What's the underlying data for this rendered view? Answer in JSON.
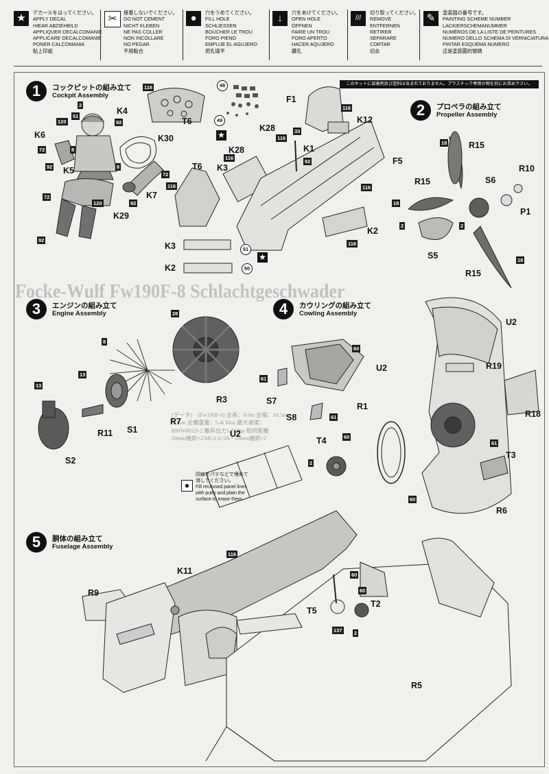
{
  "legend": [
    {
      "icon": "★",
      "text": "デカールをはってください。\nAPPLY DECAL\nHIEAR ABZIEHBILD\nAPPLIQUER DECALCOMANIE\nAPPLICARE DECALCOMANIE\nPONER CALCOMANIA\n貼上印紙"
    },
    {
      "icon": "✂",
      "text": "接着しないでください。\nDO NOT CEMENT\nNICHT KLEBEN\nNE PAS COLLER\nNON INCOLLARE\nNO PEGAR\n不用黏合"
    },
    {
      "icon": "●",
      "text": "穴をうめてください。\nFILL HOLE\nSCHLIESSEN\nBOUCHER LE TROU\nFORO PIENO\nEMPUJE EL AGUJERO\n把孔填平"
    },
    {
      "icon": "↓",
      "text": "穴をあけてください。\nOPEN HOLE\nÖFFNEN\nFAIRE UN TROU\nFORO APERTO\nHACER AQUJERO\n鑽孔"
    },
    {
      "icon": "///",
      "text": "切り取ってください。\nREMOVE\nENTFERNEN\nRETIRER\nSEPARARE\nCORTAR\n切去"
    },
    {
      "icon": "✎",
      "text": "塗装図の番号です。\nPAINTING SCHEME NUMBER\nLACKIERSCHEMANUMMER\nNUMÉROS DE LA LISTE DE PEINTURES\nNUMERO DELLO SCHEMA DI VERNICIATURA\nPINTAR ESQUEMA NUMERO\n這是塗裝圖的號碼"
    }
  ],
  "notice": "このキットに接着剤及び塗料は含まれておりません。プラスチック専用の物を別にお求め下さい。",
  "steps": [
    {
      "num": "1",
      "jp": "コックピットの組み立て",
      "en": "Cockpit Assembly"
    },
    {
      "num": "2",
      "jp": "プロペラの組み立て",
      "en": "Propeller Assembly"
    },
    {
      "num": "3",
      "jp": "エンジンの組み立て",
      "en": "Engine Assembly"
    },
    {
      "num": "4",
      "jp": "カウリングの組み立て",
      "en": "Cowling Assembly"
    },
    {
      "num": "5",
      "jp": "胴体の組み立て",
      "en": "Fuselage Assembly"
    }
  ],
  "parts": {
    "K4": "K4",
    "K6": "K6",
    "K30": "K30",
    "K5": "K5",
    "K7": "K7",
    "K29": "K29",
    "T6a": "T6",
    "T6b": "T6",
    "K3a": "K3",
    "K3b": "K3",
    "K2a": "K2",
    "K2b": "K2",
    "K28a": "K28",
    "K28b": "K28",
    "K1": "K1",
    "F1": "F1",
    "F5": "F5",
    "K12": "K12",
    "R15a": "R15",
    "R15b": "R15",
    "R15c": "R15",
    "R10": "R10",
    "S6": "S6",
    "P1": "P1",
    "S5": "S5",
    "R3": "R3",
    "R7": "R7",
    "R11": "R11",
    "S1": "S1",
    "S2": "S2",
    "U2a": "U2",
    "U2b": "U2",
    "U2c": "U2",
    "S7": "S7",
    "S8": "S8",
    "R1": "R1",
    "T4": "T4",
    "R19": "R19",
    "R18": "R18",
    "T3": "T3",
    "R6": "R6",
    "K11": "K11",
    "R9": "R9",
    "T5": "T5",
    "T2": "T2",
    "R5": "R5"
  },
  "colors": {
    "c116": "116",
    "c2": "2",
    "c92": "92",
    "c51": "51",
    "c120": "120",
    "c8": "8",
    "c72": "72",
    "c48": "48",
    "c49": "49",
    "c33": "33",
    "c18": "18",
    "c28": "28",
    "c13": "13",
    "c60": "60",
    "c61": "61",
    "c137": "137",
    "c50": "50"
  },
  "fill_note": "凹線をパテなどで埋めて\n消してください。\nFill recessed panel lines\nwith putty and plain the\nsurface to erase them.",
  "background": {
    "title": "Focke-Wulf Fw190F-8 Schlachtgeschwader",
    "spec_jp": "(データ)　(Fw190F-8) 全長：9.0m 全幅：10.5m\n3.35m 全備重量：5.4t Max 最大速度：\nBMW801D-2 離昇出力1,700hp 航続距離\n20mm機銃×2/MG131/20・20mm機銃×2"
  }
}
